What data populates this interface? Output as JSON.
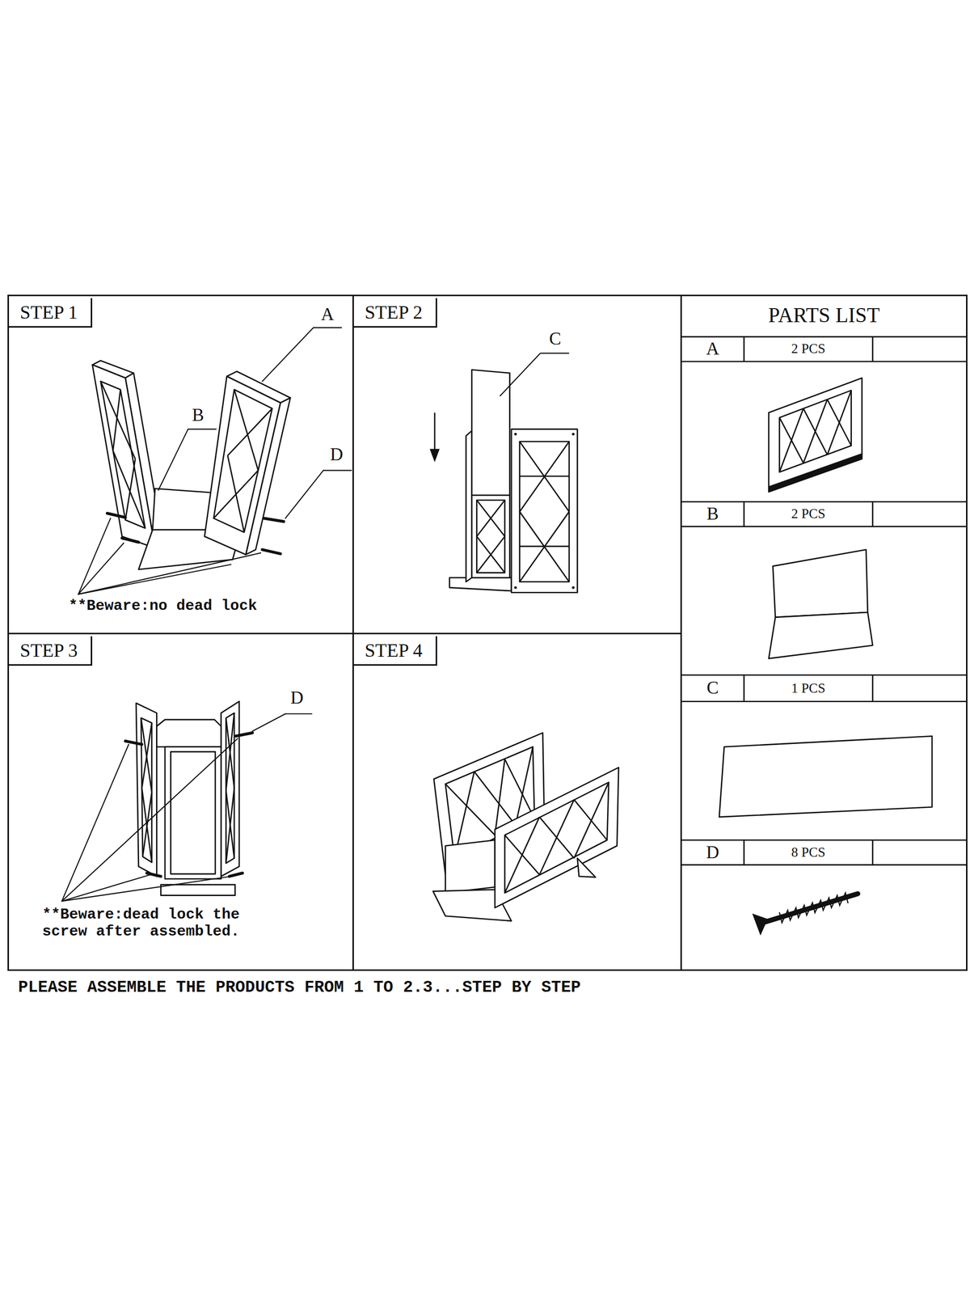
{
  "diagram": {
    "caption": "PLEASE ASSEMBLE THE PRODUCTS FROM 1 TO 2.3...STEP BY STEP",
    "nodes": [
      {
        "text": [
          "STEP 1"
        ]
      },
      {
        "text": [
          "STEP 2"
        ]
      },
      {
        "text": [
          "PARTS LIST"
        ]
      },
      {
        "text": [
          "STEP 3"
        ]
      },
      {
        "text": [
          "STEP 4"
        ]
      }
    ],
    "labels": [
      "A",
      "B",
      "D",
      "C",
      "D",
      "**Beware:no dead lock",
      "**Beware:dead lock the screw after assembled.",
      "A",
      "2 PCS",
      "B",
      "2 PCS",
      "C",
      "1 PCS",
      "D",
      "8 PCS"
    ]
  }
}
